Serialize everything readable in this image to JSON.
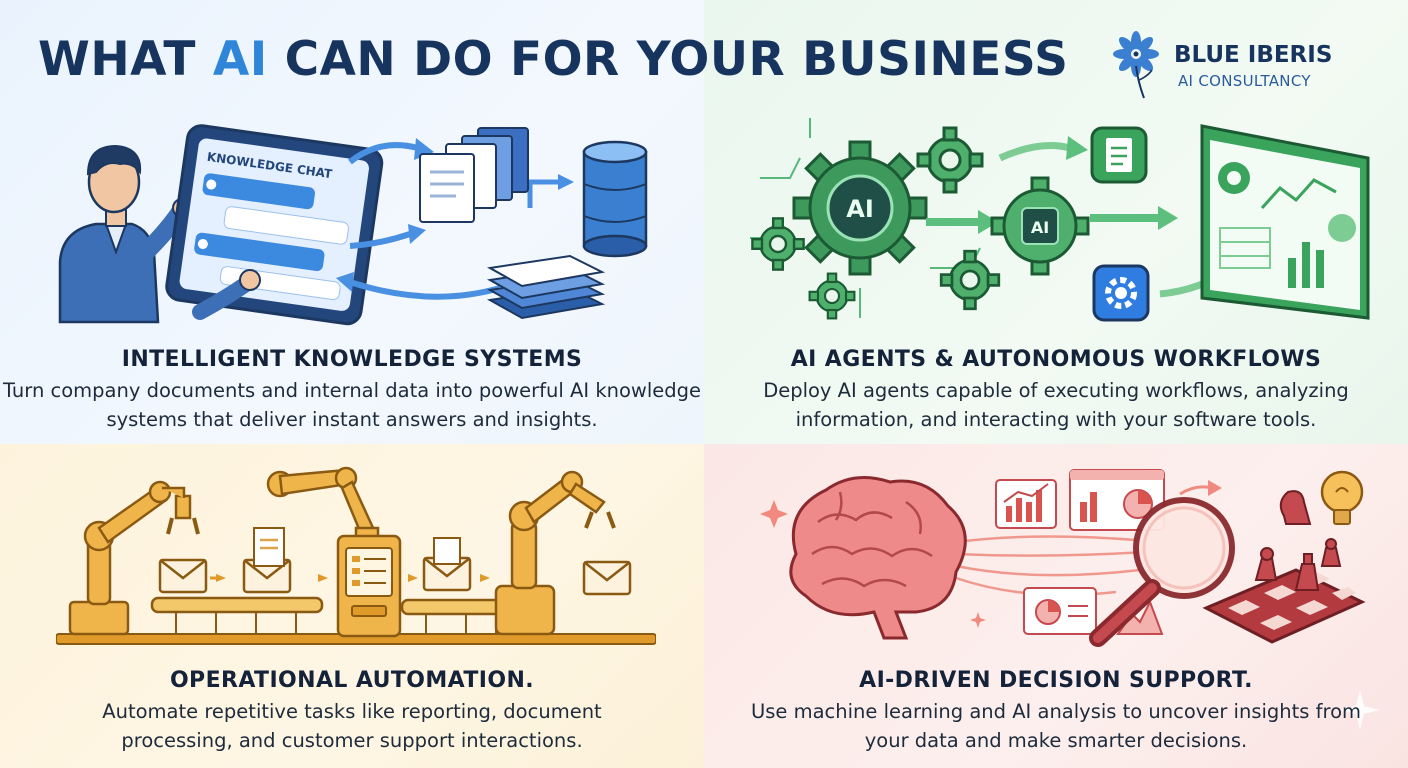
{
  "header": {
    "title_part1": "WHAT ",
    "title_accent": "AI",
    "title_part2": " CAN DO FOR YOUR BUSINESS"
  },
  "brand": {
    "name": "BLUE IBERIS",
    "subtitle": "AI CONSULTANCY",
    "logo_icon": "flower-icon"
  },
  "sections": [
    {
      "id": "knowledge",
      "title": "INTELLIGENT KNOWLEDGE SYSTEMS",
      "description": "Turn company documents and internal data into powerful AI knowledge systems that deliver instant answers and insights.",
      "illustration_label": "KNOWLEDGE CHAT",
      "accent": "#2f86d8"
    },
    {
      "id": "agents",
      "title": "AI AGENTS & AUTONOMOUS WORKFLOWS",
      "description": "Deploy AI agents capable of executing workflows, analyzing information, and interacting with your software tools.",
      "illustration_label": "AI",
      "accent": "#3aa35c"
    },
    {
      "id": "automation",
      "title": "OPERATIONAL AUTOMATION.",
      "description": "Automate repetitive tasks like reporting, document processing, and customer support interactions.",
      "accent": "#e8a93a"
    },
    {
      "id": "decision",
      "title": "AI-DRIVEN DECISION SUPPORT.",
      "description": "Use machine learning and AI analysis to uncover insights from your data and make smarter decisions.",
      "accent": "#d9534f"
    }
  ]
}
